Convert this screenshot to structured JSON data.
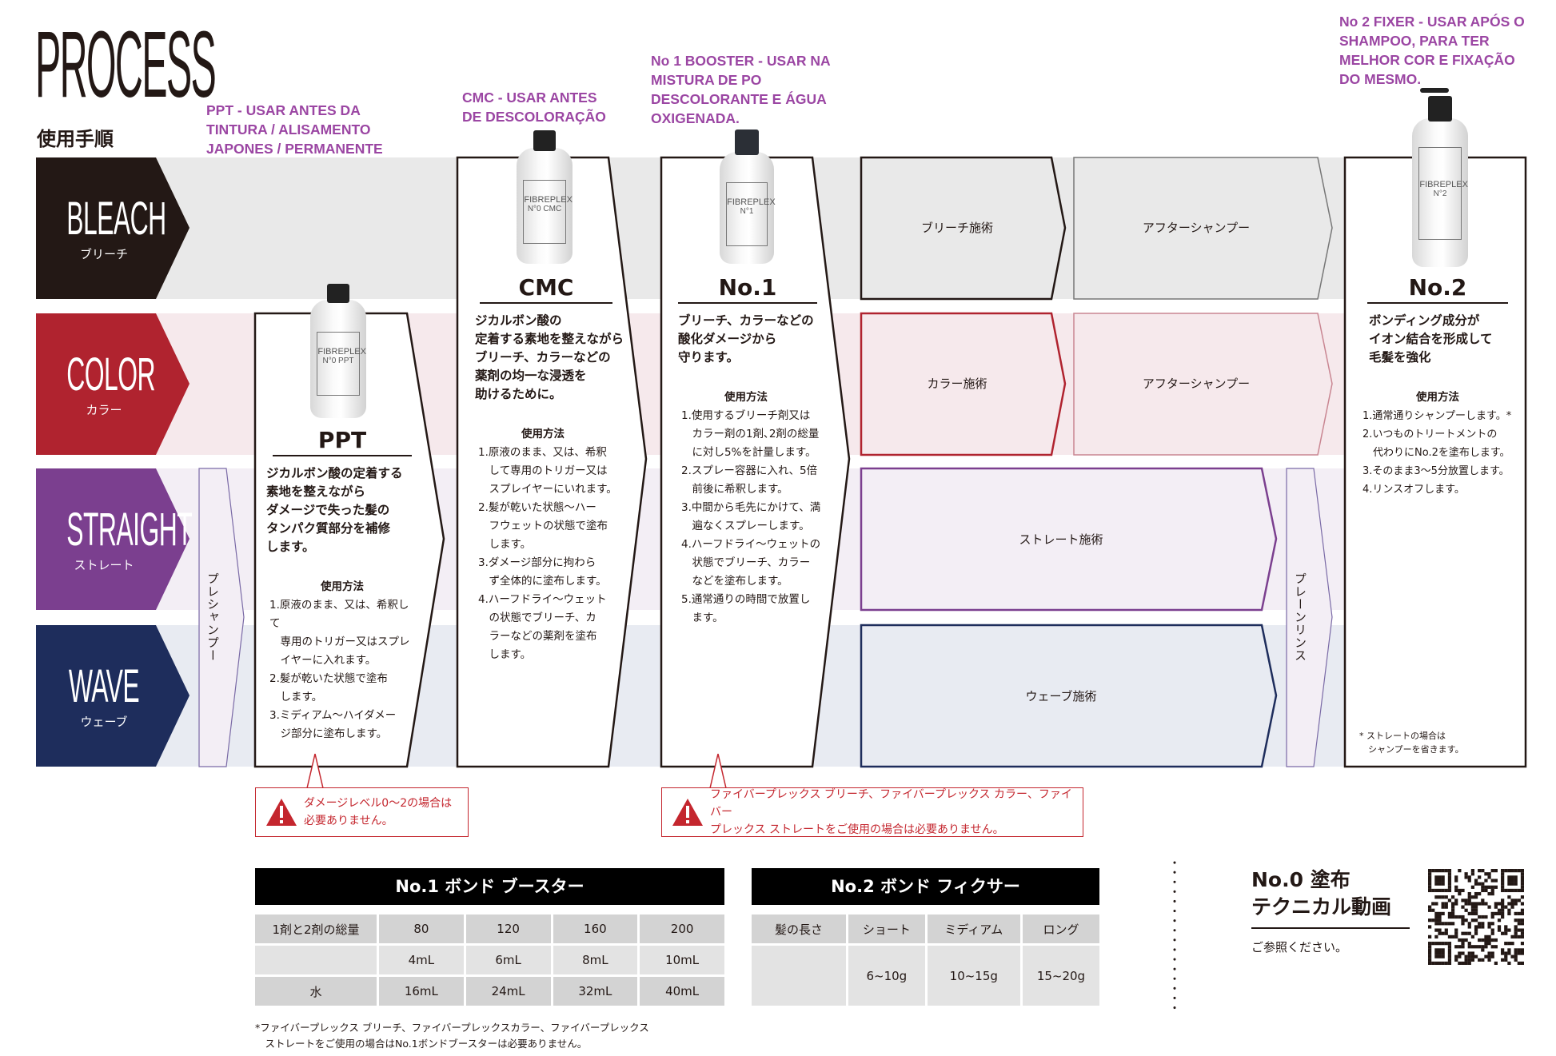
{
  "header": {
    "title": "PROCESS",
    "subtitle": "使用手順"
  },
  "notes": {
    "ppt": "PPT - USAR ANTES DA\nTINTURA / ALISAMENTO\nJAPONES / PERMANENTE",
    "cmc": "CMC - USAR ANTES\nDE DESCOLORAÇÃO",
    "no1": "No 1 BOOSTER - USAR NA\nMISTURA DE PO\nDESCOLORANTE E ÁGUA\nOXIGENADA.",
    "no2": "No 2 FIXER - USAR APÓS O\nSHAMPOO, PARA TER\nMELHOR COR E FIXAÇÃO\nDO MESMO."
  },
  "rows": [
    {
      "en": "BLEACH",
      "jp": "ブリーチ",
      "color": "#231815"
    },
    {
      "en": "COLOR",
      "jp": "カラー",
      "color": "#b0232f"
    },
    {
      "en": "STRAIGHT",
      "jp": "ストレート",
      "color": "#7b3f8f"
    },
    {
      "en": "WAVE",
      "jp": "ウェーブ",
      "color": "#1e2d5c"
    }
  ],
  "bottle_brand": "FIBREPLEX",
  "products": {
    "ppt": {
      "label": "N°0 PPT",
      "title": "PPT",
      "desc": "ジカルボン酸の定着する\n素地を整えながら\nダメージで失った髪の\nタンパク質部分を補修\nします。",
      "how": "使用方法",
      "steps": "1.原液のまま、又は、希釈して\n　専用のトリガー又はスプレ\n　イヤーに入れます。\n2.髪が乾いた状態で塗布\n　します。\n3.ミディアム〜ハイダメー\n　ジ部分に塗布します。"
    },
    "cmc": {
      "label": "N°0 CMC",
      "title": "CMC",
      "desc": "ジカルボン酸の\n定着する素地を整えながら\nブリーチ、カラーなどの\n薬剤の均一な浸透を\n助けるために。",
      "how": "使用方法",
      "steps": "1.原液のまま、又は、希釈\n　して専用のトリガー又は\n　スプレイヤーにいれます。\n2.髪が乾いた状態〜ハー\n　フウェットの状態で塗布\n　します。\n3.ダメージ部分に拘わら\n　ず全体的に塗布します。\n4.ハーフドライ〜ウェット\n　の状態でブリーチ、カ\n　ラーなどの薬剤を塗布\n　します。"
    },
    "no1": {
      "label": "N°1",
      "title": "No.1",
      "desc": "ブリーチ、カラーなどの\n酸化ダメージから\n守ります。",
      "how": "使用方法",
      "steps": "1.使用するブリーチ剤又は\n　カラー剤の1剤､2剤の総量\n　に対し5%を計量します。\n2.スプレー容器に入れ、5倍\n　前後に希釈します。\n3.中間から毛先にかけて、満\n　遍なくスプレーします。\n4.ハーフドライ〜ウェットの\n　状態でブリーチ、カラー\n　などを塗布します。\n5.通常通りの時間で放置し\n　ます。"
    },
    "no2": {
      "label": "N°2",
      "title": "No.2",
      "desc": "ボンディング成分が\nイオン結合を形成して\n毛髪を強化",
      "how": "使用方法",
      "steps": "1.通常通りシャンプーします。*\n2.いつものトリートメントの\n　代わりにNo.2を塗布します。\n3.そのまま3〜5分放置します。\n4.リンスオフします。",
      "footnote": "* ストレートの場合は\n　シャンプーを省きます。"
    }
  },
  "treatments": {
    "bleach": "ブリーチ施術",
    "color": "カラー施術",
    "after_shampoo": "アフターシャンプー",
    "straight": "ストレート施術",
    "wave": "ウェーブ施術",
    "pre_shampoo": "プレシャンプー",
    "plain_rinse": "プレーンリンス"
  },
  "warnings": {
    "ppt": "ダメージレベル0〜2の場合は\n必要ありません。",
    "no1": "ファイバープレックス ブリーチ、ファイバープレックス カラー、ファイバー\nプレックス ストレートをご使用の場合は必要ありません。"
  },
  "table1": {
    "title": "No.1 ボンド ブースター",
    "rows": [
      [
        "1剤と2剤の総量",
        "80",
        "120",
        "160",
        "200"
      ],
      [
        "",
        "4mL",
        "6mL",
        "8mL",
        "10mL"
      ],
      [
        "水",
        "16mL",
        "24mL",
        "32mL",
        "40mL"
      ]
    ],
    "footnote": "*ファイバープレックス ブリーチ、ファイバープレックスカラー、ファイバープレックス\n　ストレートをご使用の場合はNo.1ボンドブースターは必要ありません。"
  },
  "table2": {
    "title": "No.2 ボンド フィクサー",
    "header": [
      "髪の長さ",
      "ショート",
      "ミディアム",
      "ロング"
    ],
    "values": [
      "",
      "6~10g",
      "10~15g",
      "15~20g"
    ]
  },
  "video": {
    "title_line1": "No.0 塗布",
    "title_line2": "テクニカル動画",
    "caption": "ご参照ください。"
  }
}
